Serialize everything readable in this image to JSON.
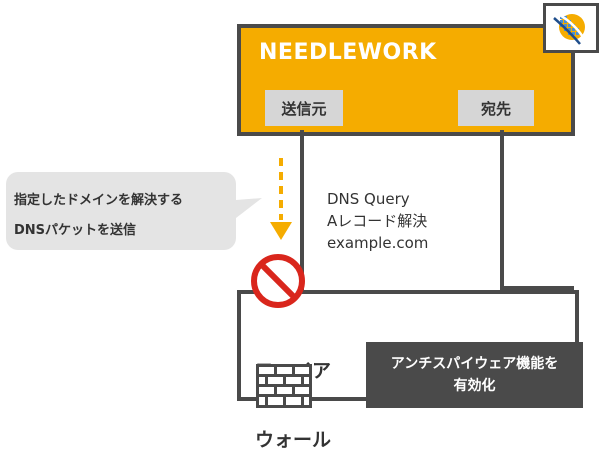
{
  "needlework": {
    "title": "NEEDLEWORK",
    "source_label": "送信元",
    "destination_label": "宛先"
  },
  "query": {
    "line1": "DNS Query",
    "line2": "Aレコード解決",
    "line3": "example.com"
  },
  "callout": {
    "line1": "指定したドメインを解決する",
    "line2": "DNSパケットを送信"
  },
  "firewall": {
    "line1": "ファイア",
    "line2": "ウォール"
  },
  "antispyware": {
    "line1": "アンチスパイウェア機能を",
    "line2": "有効化"
  },
  "colors": {
    "accent": "#f5ac00",
    "frame": "#4a4a4a",
    "block": "#d9261c",
    "tag": "#d6d6d6",
    "callout": "#e4e4e4"
  },
  "icons": [
    "needlework-logo-icon",
    "arrow-down-icon",
    "block-icon",
    "brick-wall-icon"
  ]
}
